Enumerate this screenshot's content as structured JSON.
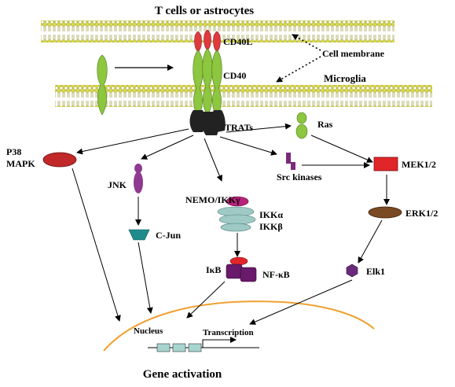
{
  "labels": {
    "top_cells": "T cells or astrocytes",
    "cd40l": "CD40L",
    "cell_membrane": "Cell membrane",
    "cd40": "CD40",
    "microglia": "Microglia",
    "trats": "TRATs",
    "ras": "Ras",
    "p38_line1": "P38",
    "p38_line2": "MAPK",
    "jnk": "JNK",
    "src": "Src kinases",
    "mek": "MEK1/2",
    "nemo": "NEMO/IKKγ",
    "ikka": "IKKα",
    "ikkb": "IKKβ",
    "erk": "ERK1/2",
    "cjun": "C-Jun",
    "ikb": "IκB",
    "nfkb": "NF-κB",
    "elk1": "Elk1",
    "nucleus": "Nucleus",
    "transcription": "Transcription",
    "gene_activation": "Gene activation"
  },
  "colors": {
    "membrane_head": "#d9d94a",
    "receptor_green": "#8dc63f",
    "ligand_red": "#e03a3e",
    "trats_black": "#222222",
    "p38_red": "#c0282a",
    "jnk_purple": "#8e3a8e",
    "src_purple": "#7a2a7a",
    "mek_red": "#e0262a",
    "nemo_magenta": "#b8227a",
    "ikk_teal": "#9fc9c4",
    "erk_brown": "#7a4a24",
    "cjun_teal": "#1f8c8c",
    "nfkb_purple": "#6a1a6a",
    "ikb_red": "#e0262a",
    "elk1_purple": "#6a2a7a",
    "nucleus_orange": "#f0a030",
    "dna_teal": "#a8d4d0"
  }
}
